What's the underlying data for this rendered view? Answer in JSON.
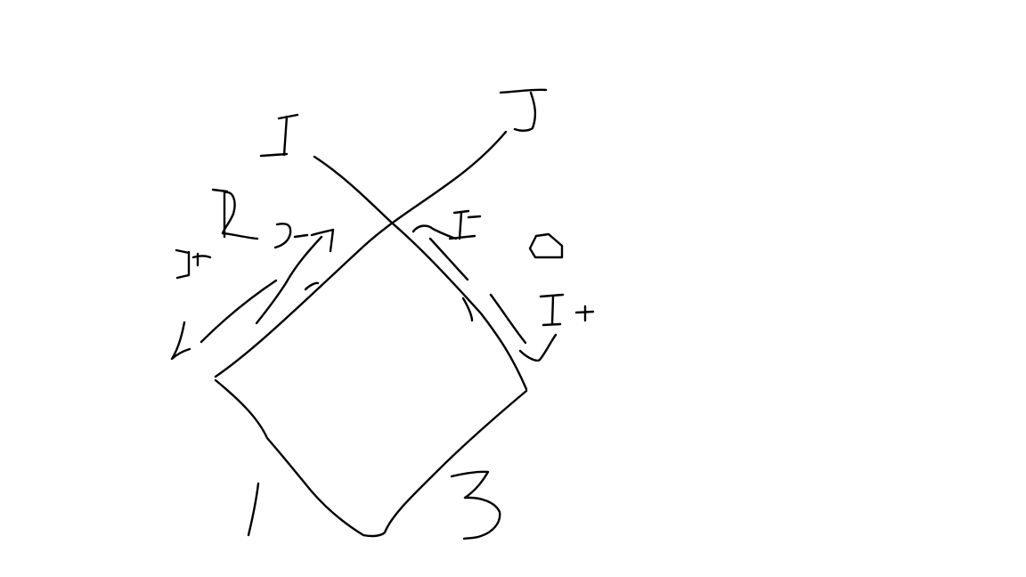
{
  "canvas": {
    "background": "#ffffff",
    "ink_color": "#000000"
  },
  "diagram": {
    "labels": {
      "top_left_I": "I",
      "top_right_J": "J",
      "left_letter": "R",
      "left_J_minus": "J-",
      "far_left_J_plus": "J+",
      "right_I_minus": "I-",
      "right_I_plus": "I+",
      "small_zero": "0",
      "bottom_1": "1",
      "bottom_3": "3"
    }
  }
}
